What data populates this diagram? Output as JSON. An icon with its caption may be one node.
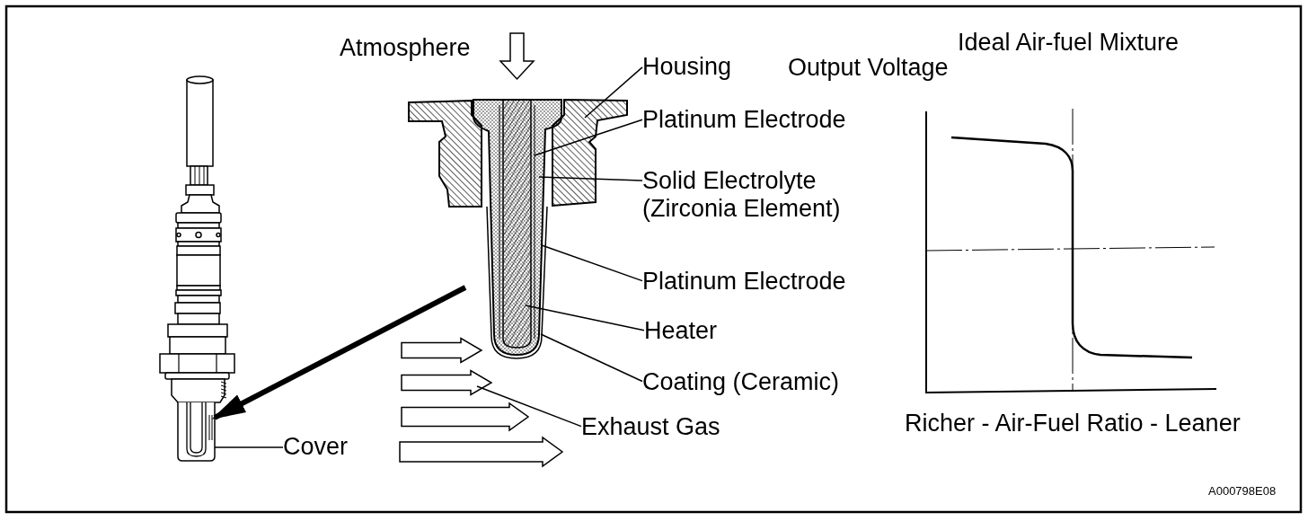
{
  "diagram": {
    "nodes": [
      {
        "text": [],
        "shape": "picture"
      },
      {
        "text": [
          "Housing"
        ]
      },
      {
        "text": [
          "Platinum Electrode"
        ]
      },
      {
        "text": [
          "Solid Electrolyte (Zirconia Element)"
        ]
      },
      {
        "text": [
          "Platinum Electrode"
        ]
      },
      {
        "text": [
          "Heater"
        ]
      },
      {
        "text": [
          "Coating (Ceramic)"
        ]
      },
      {
        "text": [
          "Exhaust Gas"
        ]
      },
      {
        "text": [
          "Cover"
        ]
      }
    ],
    "edges": [
      {
        "from": 1,
        "to": null,
        "arrow": "none"
      },
      {
        "from": 2,
        "to": null,
        "arrow": "none"
      },
      {
        "from": 3,
        "to": null,
        "arrow": "none"
      },
      {
        "from": 4,
        "to": null,
        "arrow": "none"
      },
      {
        "from": 5,
        "to": null,
        "arrow": "none"
      },
      {
        "from": 6,
        "to": null,
        "arrow": "none"
      },
      {
        "from": 7,
        "to": null,
        "arrow": "none"
      },
      {
        "from": 8,
        "to": 0,
        "arrow": "none"
      },
      {
        "from": null,
        "to": 0,
        "arrow": "to",
        "style": "thick"
      }
    ],
    "labels": [
      "Atmosphere",
      "Ideal Air-fuel Mixture",
      "Output Voltage",
      "Richer - Air-Fuel Ratio - Leaner",
      "A000798E08"
    ]
  }
}
